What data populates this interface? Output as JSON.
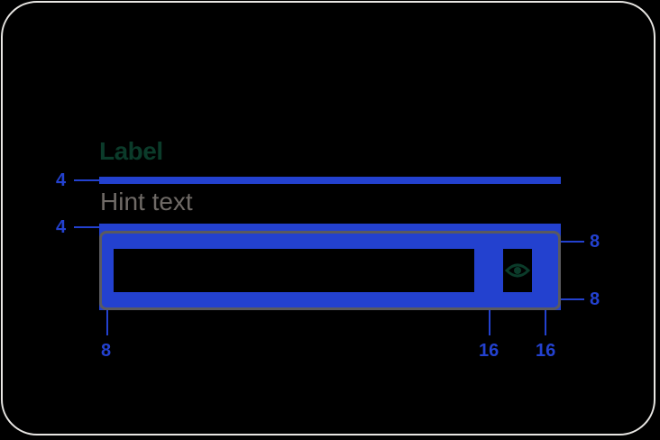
{
  "component": {
    "label": "Label",
    "hint": "Hint text",
    "icon": "eye-icon"
  },
  "spacing": {
    "label_to_hint": "4",
    "hint_to_input": "4",
    "padding_top": "8",
    "padding_bottom": "8",
    "padding_left": "8",
    "icon_gap": "16",
    "padding_right": "16"
  },
  "colors": {
    "spacing_blue": "#2341cf",
    "label_green": "#0b3b2a",
    "hint_gray": "#6f6a66",
    "border_gray": "#5a5a5f",
    "frame": "#e8e6e3"
  }
}
